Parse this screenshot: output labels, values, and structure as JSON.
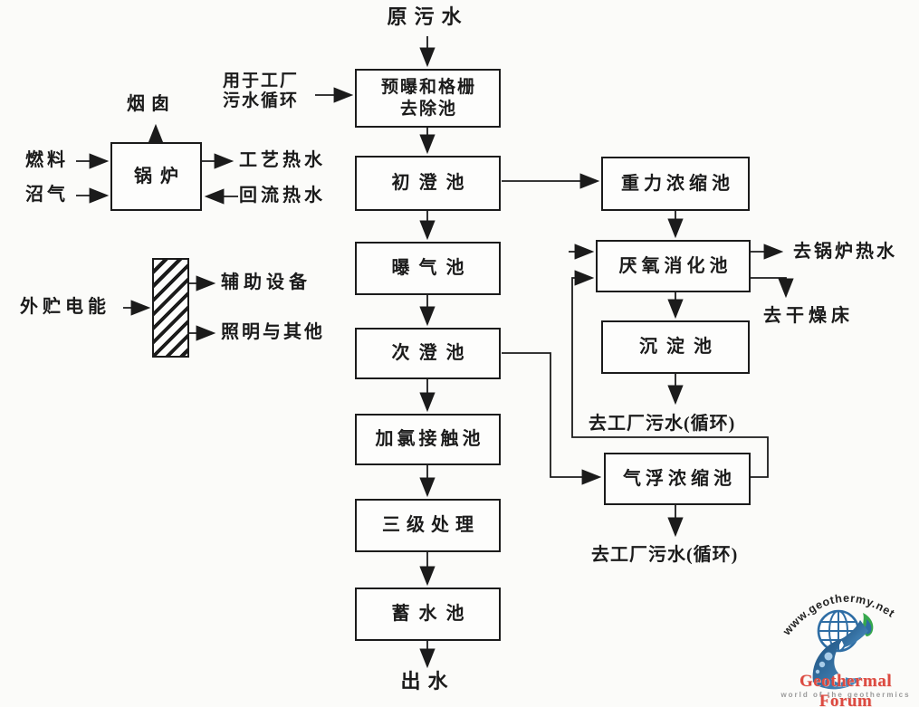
{
  "page": {
    "background": "#fbfbf9",
    "ink": "#1b1b1b"
  },
  "nodes": {
    "raw_sewage": "原污水",
    "pre_aeration_l1": "预曝和格栅",
    "pre_aeration_l2": "去除池",
    "primary_clarifier": "初澄池",
    "aeration_tank": "曝气池",
    "secondary_clarifier": "次澄池",
    "chlorine_contact_tank": "加氯接触池",
    "tertiary_treatment": "三级处理",
    "storage_tank": "蓄水池",
    "effluent": "出水",
    "boiler": "锅炉",
    "chimney": "烟囱",
    "gravity_thickener": "重力浓缩池",
    "anaerobic_digester": "厌氧消化池",
    "sedimentation_tank": "沉淀池",
    "daf_thickener": "气浮浓缩池"
  },
  "side_labels": {
    "reuse_l1": "用于工厂",
    "reuse_l2": "污水循环",
    "fuel": "燃料",
    "biogas": "沼气",
    "process_hot_water": "工艺热水",
    "return_hot_water": "回流热水",
    "external_power": "外贮电能",
    "aux_equipment": "辅助设备",
    "lighting_other": "照明与其他",
    "to_boiler_hot_water": "去锅炉热水",
    "to_drying_bed": "去干燥床",
    "to_plant_sewage_recycle_1": "去工厂污水(循环)",
    "to_plant_sewage_recycle_2": "去工厂污水(循环)"
  },
  "watermark": {
    "url": "www.geothermy.net",
    "title": "Geothermal Forum",
    "subtitle": "world of the geothermics",
    "colors": {
      "globe_blue": "#2e6da4",
      "flame_green": "#36a84c",
      "title_red": "#dc4a41",
      "subtitle_gray": "#9a9a9a"
    }
  }
}
